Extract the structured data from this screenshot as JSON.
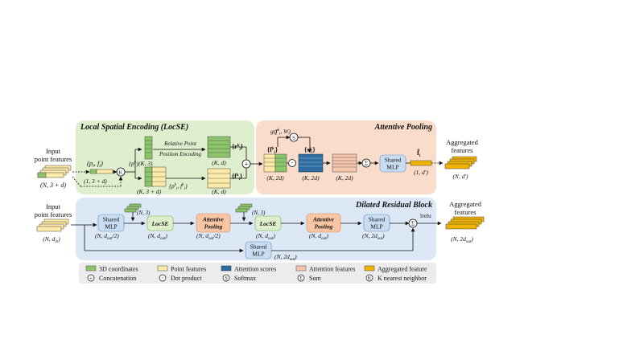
{
  "locse": {
    "title": "Local Spatial Encoding (LocSE)",
    "input_label_1": "Input",
    "input_label_2": "point features",
    "input_dim": "(N, 3 + d)",
    "point_pair": "(p",
    "point_pair_sub": "i",
    "point_pair_mid": ", f",
    "point_pair_end": ")",
    "point_dim": "(1, 3 + d)",
    "knn_symbol": "K",
    "neighbor_pts": "{p",
    "neighbor_pts_sup": "k",
    "neighbor_pts_tail": "}(K, 3)",
    "relative_encoding_1": "Relative Point",
    "relative_encoding_2": "Position Encoding",
    "encoded_dim": "(K, d)",
    "r_set": "{r",
    "f_set": "{f",
    "neighbor_feat_label": "{p",
    "neighbor_feat_tail": ", f",
    "stack_dim": "(K, 3 + d)",
    "feat_dim": "(K, d)"
  },
  "pooling": {
    "title": "Attentive Pooling",
    "g_label": "g(",
    "g_label_tail": ", W)",
    "concat_dim": "(K, 2d)",
    "scores_dim": "(K, 2d)",
    "weighted_dim": "(K, 2d)",
    "s_set": "{s",
    "shared_mlp": [
      "Shared",
      "MLP"
    ],
    "out_symbol": "f",
    "out_dim": "(1, d')",
    "aggregated_1": "Aggregated",
    "aggregated_2": "features",
    "aggregated_dim": "(N, d')"
  },
  "residual": {
    "title": "Dilated Residual Block",
    "input_label_1": "Input",
    "input_label_2": "point features",
    "input_dim": "(N, d",
    "input_dim_sub": "in",
    "mlp1": [
      "Shared",
      "MLP"
    ],
    "mlp1_dim": "(N, d",
    "mlp1_dim_tail": "/2)",
    "coords1": "(N, 3)",
    "locse1": "LocSE",
    "locse1_dim": "(N, d",
    "pool1": [
      "Attentive",
      "Pooling"
    ],
    "pool1_dim": "(N, d",
    "pool1_dim_tail": "/2)",
    "coords2": "(N, 3)",
    "locse2": "LocSE",
    "locse2_dim": "(N, d",
    "pool2": [
      "Attentive",
      "Pooling"
    ],
    "pool2_dim": "(N, d",
    "mlp2": [
      "Shared",
      "MLP"
    ],
    "mlp2_dim": "(N, 2d",
    "skip_mlp": [
      "Shared",
      "MLP"
    ],
    "skip_dim": "(N, 2d",
    "activation": "lrelu",
    "out_1": "Aggregated",
    "out_2": "features",
    "out_dim": "(N, 2d",
    "sub_out": "out"
  },
  "legend": {
    "items": [
      {
        "label": "3D coordinates",
        "color": "#8dc66a"
      },
      {
        "label": "Point features",
        "color": "#fde9a8"
      },
      {
        "label": "Attention scores",
        "color": "#2e6da4"
      },
      {
        "label": "Attention features",
        "color": "#f6c6ad"
      },
      {
        "label": "Aggregated feature",
        "color": "#f0b400"
      }
    ],
    "symbols": [
      {
        "glyph": "⊕",
        "label": "Concatenation"
      },
      {
        "glyph": "·",
        "label": "Dot product"
      },
      {
        "glyph": "S",
        "label": "Softmax"
      },
      {
        "glyph": "Σ",
        "label": "Sum"
      },
      {
        "glyph": "K",
        "label": "K nearest neighbor"
      }
    ]
  },
  "colors": {
    "locse_bg": "#dfeecd",
    "pool_bg": "#fadccb",
    "residual_bg": "#dce8f5",
    "legend_bg": "#ececec",
    "green": "#8dc66a",
    "yellow": "#fde9a8",
    "blue": "#2e6da4",
    "salmon": "#f6c6ad",
    "gold": "#f0b400",
    "mlp_fill": "#c8dcf2",
    "pool_fill": "#f8c6a4"
  }
}
